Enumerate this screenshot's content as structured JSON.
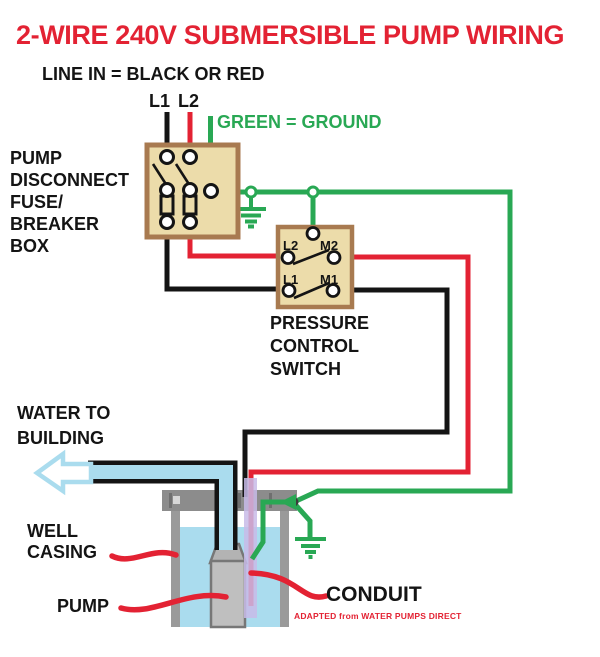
{
  "title": "2-WIRE 240V SUBMERSIBLE PUMP WIRING",
  "labels": {
    "line_in": "LINE IN = BLACK OR RED",
    "l1": "L1",
    "l2": "L2",
    "green_ground": "GREEN = GROUND",
    "disconnect_box": [
      "PUMP",
      "DISCONNECT",
      "FUSE/",
      "BREAKER",
      "BOX"
    ],
    "pressure_switch": [
      "PRESSURE",
      "CONTROL",
      "SWITCH"
    ],
    "water_to_building": [
      "WATER TO",
      "BUILDING"
    ],
    "well_casing": [
      "WELL",
      "CASING"
    ],
    "pump": "PUMP",
    "conduit": "CONDUIT",
    "attribution": "ADAPTED from WATER PUMPS DIRECT"
  },
  "terminals": {
    "l2": "L2",
    "m2": "M2",
    "l1": "L1",
    "m1": "M1"
  },
  "colors": {
    "red": "#e32233",
    "green": "#29a854",
    "black": "#141414",
    "tan": "#ecdcaa",
    "brown": "#a87a50",
    "water": "#aadcee",
    "lavender": "#c8bbe8",
    "cap_gray": "#8c8c8c",
    "casing_gray": "#9a9a9a",
    "pump_gray": "#bfbfbf",
    "pump_border": "#777777"
  }
}
